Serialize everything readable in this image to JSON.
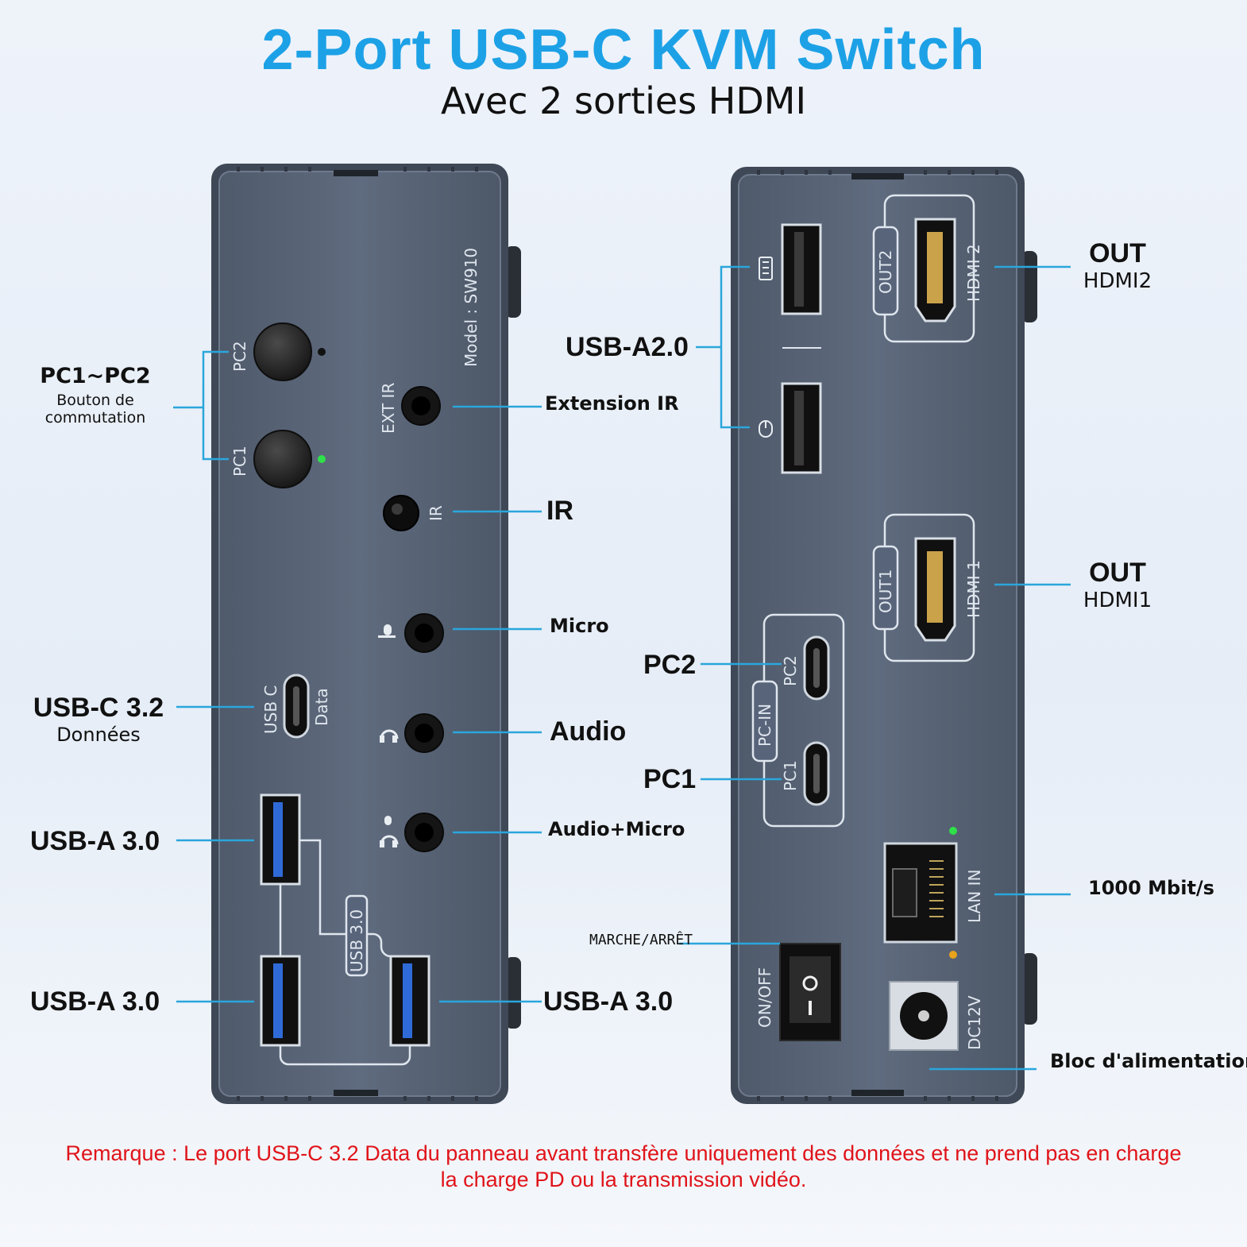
{
  "header": {
    "title": "2-Port USB-C KVM Switch",
    "subtitle": "Avec 2 sorties HDMI"
  },
  "front_panel": {
    "model": "Model : SW910",
    "port_labels": {
      "pc2": "PC2",
      "pc1": "PC1",
      "ext_ir": "EXT IR",
      "ir": "IR",
      "usb_c": "USB C",
      "data": "Data",
      "usb30": "USB 3.0"
    }
  },
  "rear_panel": {
    "port_labels": {
      "out2": "OUT2",
      "hdmi2": "HDMI 2",
      "out1": "OUT1",
      "hdmi1": "HDMI 1",
      "pc_in": "PC-IN",
      "pc2": "PC2",
      "pc1": "PC1",
      "lan_in": "LAN IN",
      "on_off": "ON/OFF",
      "dc12v": "DC12V"
    }
  },
  "callouts": {
    "pc1_pc2": {
      "title": "PC1~PC2",
      "line1": "Bouton de",
      "line2": "commutation"
    },
    "extension_ir": "Extension IR",
    "ir": "IR",
    "micro": "Micro",
    "audio": "Audio",
    "audio_micro": "Audio+Micro",
    "usbc32": {
      "title": "USB-C 3.2",
      "sub": "Données"
    },
    "usba30_top": "USB-A 3.0",
    "usba30_bottom": "USB-A 3.0",
    "usba30_right": "USB-A 3.0",
    "usba20": "USB-A2.0",
    "out_hdmi2": {
      "title": "OUT",
      "sub": "HDMI2"
    },
    "out_hdmi1": {
      "title": "OUT",
      "sub": "HDMI1"
    },
    "pc2": "PC2",
    "pc1": "PC1",
    "lan_speed": "1000 Mbit/s",
    "power_switch": "MARCHE/ARRÊT",
    "power_supply": "Bloc d'alimentation"
  },
  "remark": {
    "line1": "Remarque : Le port USB-C 3.2 Data du panneau avant transfère uniquement des données et ne prend pas en charge",
    "line2": "la charge PD ou la transmission vidéo."
  },
  "colors": {
    "title": "#1da1e6",
    "panel": "#5b6779",
    "leader": "#2aa6dc",
    "remark": "#e0141a"
  }
}
